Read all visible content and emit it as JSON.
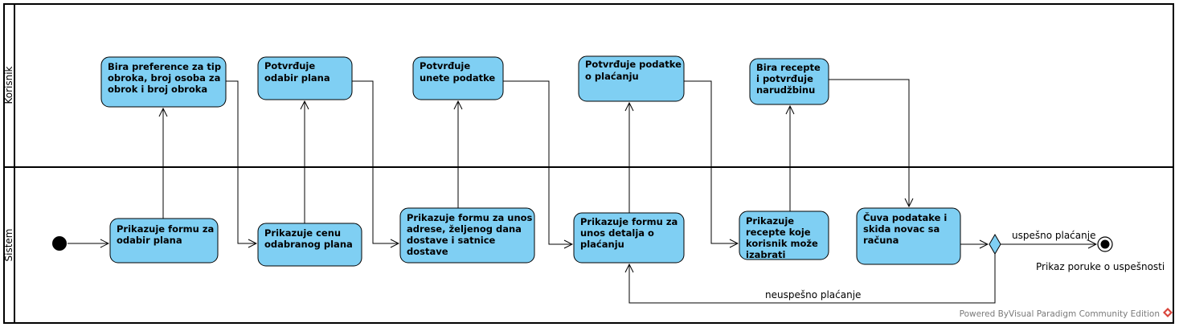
{
  "lanes": {
    "korisnik": "Korisnik",
    "sistem": "Sistem"
  },
  "activities": {
    "a1": [
      "Bira preference za tip",
      "obroka, broj osoba za",
      "obrok i broj obroka"
    ],
    "a2": [
      "Potvrđuje",
      "odabir plana"
    ],
    "a3": [
      "Potvrđuje",
      "unete podatke"
    ],
    "a4": [
      "Potvrđuje podatke",
      "o plaćanju"
    ],
    "a5": [
      "Bira recepte",
      "i potvrđuje",
      "narudžbinu"
    ],
    "s1": [
      "Prikazuje formu za",
      "odabir plana"
    ],
    "s2": [
      "Prikazuje cenu",
      "odabranog plana"
    ],
    "s3": [
      "Prikazuje formu za unos",
      "adrese, željenog dana",
      "dostave i satnice",
      "dostave"
    ],
    "s4": [
      "Prikazuje formu za",
      "unos detalja o",
      "plaćanju"
    ],
    "s5": [
      "Prikazuje",
      "recepte koje",
      "korisnik može",
      "izabrati"
    ],
    "s6": [
      "Čuva podatake i",
      "skida novac sa",
      "računa"
    ]
  },
  "guards": {
    "success": "uspešno plaćanje",
    "failure": "neuspešno plaćanje"
  },
  "final_note": "Prikaz poruke o uspešnosti",
  "footer": "Powered ByVisual Paradigm Community Edition",
  "colors": {
    "activity_fill": "#7fcff3",
    "decision_fill": "#7fcff3",
    "footer_text": "#7a7a7a"
  }
}
